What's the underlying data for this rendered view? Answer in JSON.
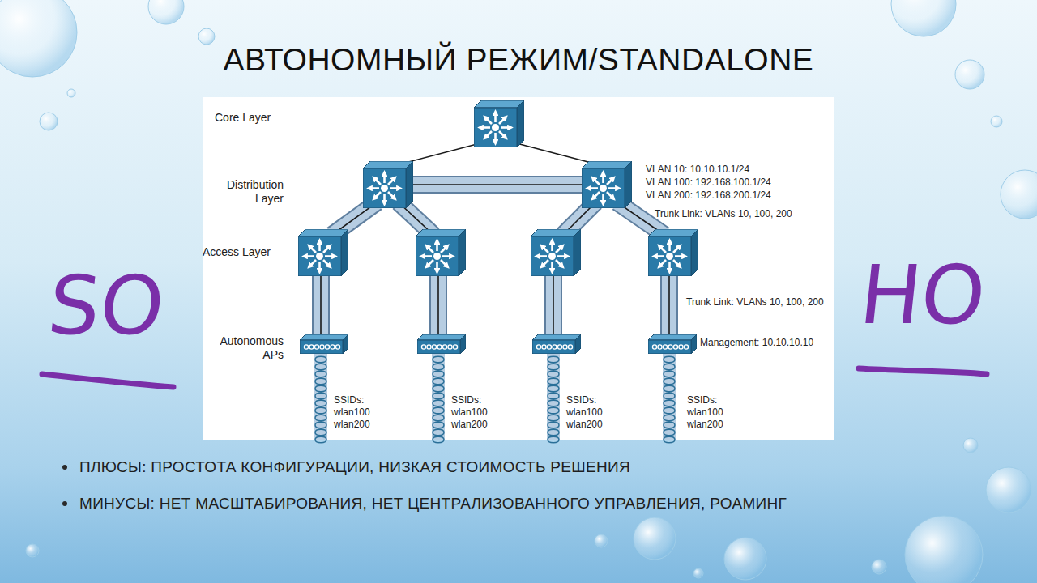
{
  "diagram": {
    "title": "АВТОНОМНЫЙ РЕЖИМ/STANDALONE",
    "labels": [
      "Core Layer",
      "Distribution Layer",
      "Access Layer",
      "Autonomous APs",
      "VLAN 10: 10.10.10.1/24",
      "VLAN 100: 192.168.100.1/24",
      "VLAN 200: 192.168.200.1/24",
      "Trunk Link: VLANs 10, 100, 200",
      "Trunk Link: VLANs 10, 100, 200",
      "Management: 10.10.10.10",
      "SSIDs: wlan100 wlan200",
      "SSIDs: wlan100 wlan200",
      "SSIDs: wlan100 wlan200",
      "SSIDs: wlan100 wlan200",
      "SO",
      "HO",
      "ПЛЮСЫ: ПРОСТОТА КОНФИГУРАЦИИ, НИЗКАЯ СТОИМОСТЬ РЕШЕНИЯ",
      "МИНУСЫ: НЕТ МАСШТАБИРОВАНИЯ, НЕТ ЦЕНТРАЛИЗОВАННОГО УПРАВЛЕНИЯ, РОАМИНГ"
    ]
  }
}
